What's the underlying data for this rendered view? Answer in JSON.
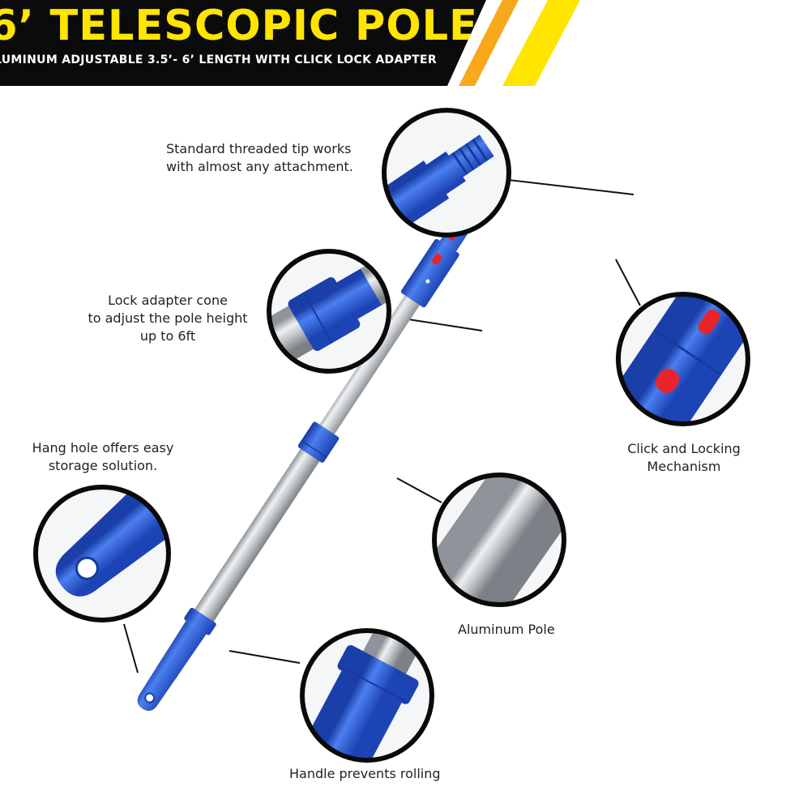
{
  "header": {
    "title": "6’ TELESCOPIC POLE",
    "subtitle": "LUMINUM ADJUSTABLE 3.5’- 6’ LENGTH WITH CLICK LOCK ADAPTER",
    "colors": {
      "banner_bg": "#0b0b0b",
      "title": "#ffe500",
      "stripe_orange": "#f7a81b",
      "stripe_yellow": "#ffe500"
    }
  },
  "callouts": {
    "tip": {
      "line1": "Standard threaded tip works",
      "line2": "with almost any attachment."
    },
    "cone": {
      "line1": "Lock adapter cone",
      "line2": "to adjust the pole height",
      "line3": "up to 6ft"
    },
    "hang": {
      "line1": "Hang hole offers easy",
      "line2": "storage solution."
    },
    "lock": {
      "line1": "Click and Locking",
      "line2": "Mechanism"
    },
    "aluminum": {
      "line1": "Aluminum Pole"
    },
    "handle": {
      "line1": "Handle prevents rolling"
    }
  },
  "colors": {
    "pole_blue": "#2f5fd4",
    "pole_silver": "#cfd2d6",
    "lock_button": "#e8242b"
  }
}
